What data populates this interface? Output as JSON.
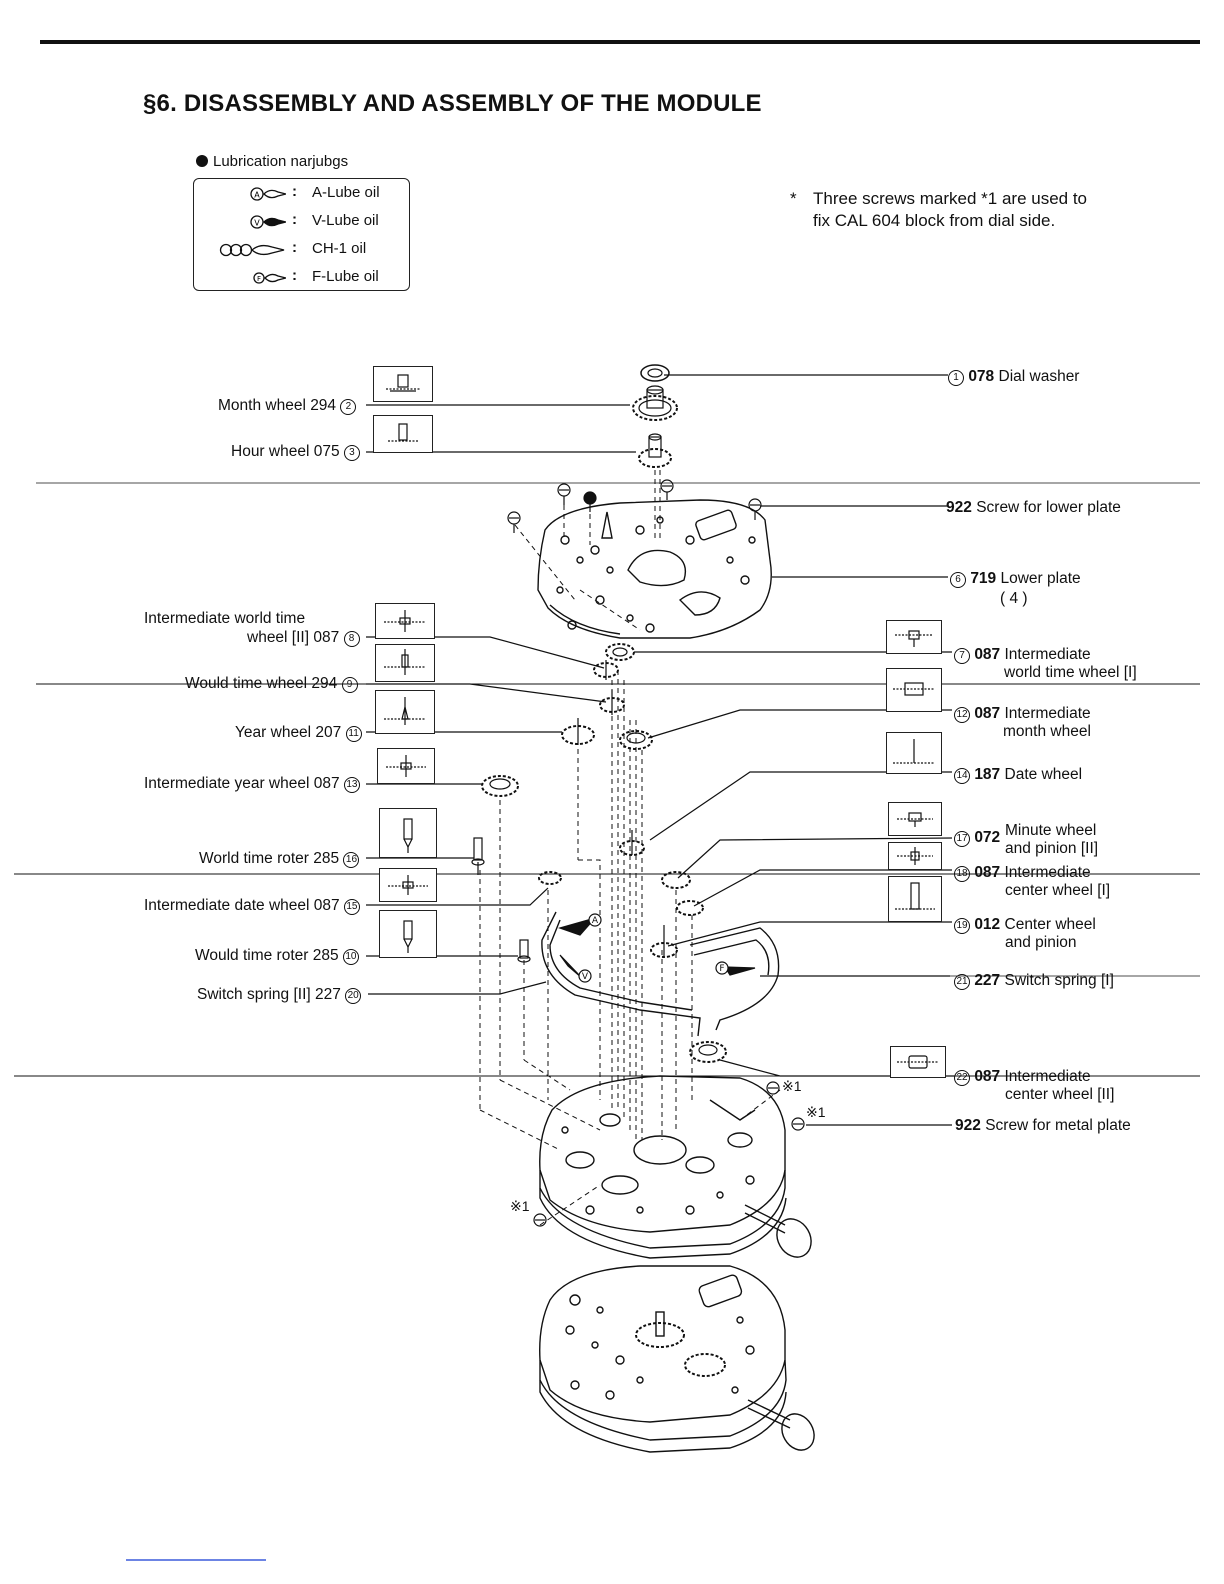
{
  "page": {
    "title": "§6.  DISASSEMBLY AND ASSEMBLY OF THE MODULE"
  },
  "lubrication": {
    "heading": "Lubrication narjubgs",
    "items": [
      {
        "symbol": "A",
        "label": "A-Lube oil"
      },
      {
        "symbol": "V",
        "label": "V-Lube oil"
      },
      {
        "symbol": "OOO",
        "label": "CH-1 oil"
      },
      {
        "symbol": "F",
        "label": "F-Lube oil"
      }
    ]
  },
  "note": {
    "star": "*",
    "line1": "Three screws marked *1 are used to",
    "line2": "fix CAL 604 block from dial side."
  },
  "parts_left": [
    {
      "text": "Month wheel 294",
      "num": "2"
    },
    {
      "text": "Hour wheel 075",
      "num": "3"
    },
    {
      "text": "Intermediate world time",
      "text2": "wheel [II] 087",
      "num": "8"
    },
    {
      "text": "Would time wheel 294",
      "num": "9"
    },
    {
      "text": "Year wheel 207",
      "num": "11"
    },
    {
      "text": "Intermediate year wheel 087",
      "num": "13"
    },
    {
      "text": "World time roter 285",
      "num": "16"
    },
    {
      "text": "Intermediate date wheel 087",
      "num": "15"
    },
    {
      "text": "Would time roter 285",
      "num": "10"
    },
    {
      "text": "Switch spring [II] 227",
      "num": "20"
    }
  ],
  "parts_right": [
    {
      "num": "1",
      "code": "078",
      "text": "Dial washer"
    },
    {
      "num": "",
      "code": "922",
      "text": "Screw for lower plate"
    },
    {
      "num": "6",
      "code": "719",
      "text": "Lower plate",
      "sub": "( 4 )"
    },
    {
      "num": "7",
      "code": "087",
      "text": "Intermediate",
      "text2": "world time wheel [I]"
    },
    {
      "num": "12",
      "code": "087",
      "text": "Intermediate",
      "text2": "month wheel"
    },
    {
      "num": "14",
      "code": "187",
      "text": "Date wheel"
    },
    {
      "num": "17",
      "code": "072",
      "text": "Minute wheel",
      "text2": "and pinion [II]"
    },
    {
      "num": "18",
      "code": "087",
      "text": "Intermediate",
      "text2": "center wheel [I]"
    },
    {
      "num": "19",
      "code": "012",
      "text": "Center wheel",
      "text2": "and pinion"
    },
    {
      "num": "21",
      "code": "227",
      "text": "Switch spring [I]"
    },
    {
      "num": "22",
      "code": "087",
      "text": "Intermediate",
      "text2": "center wheel [II]"
    },
    {
      "num": "",
      "code": "922",
      "text": "Screw for metal plate"
    }
  ],
  "screw_marks": [
    "※1",
    "※1",
    "※1"
  ],
  "oil_markers": [
    "A",
    "V",
    "F"
  ]
}
